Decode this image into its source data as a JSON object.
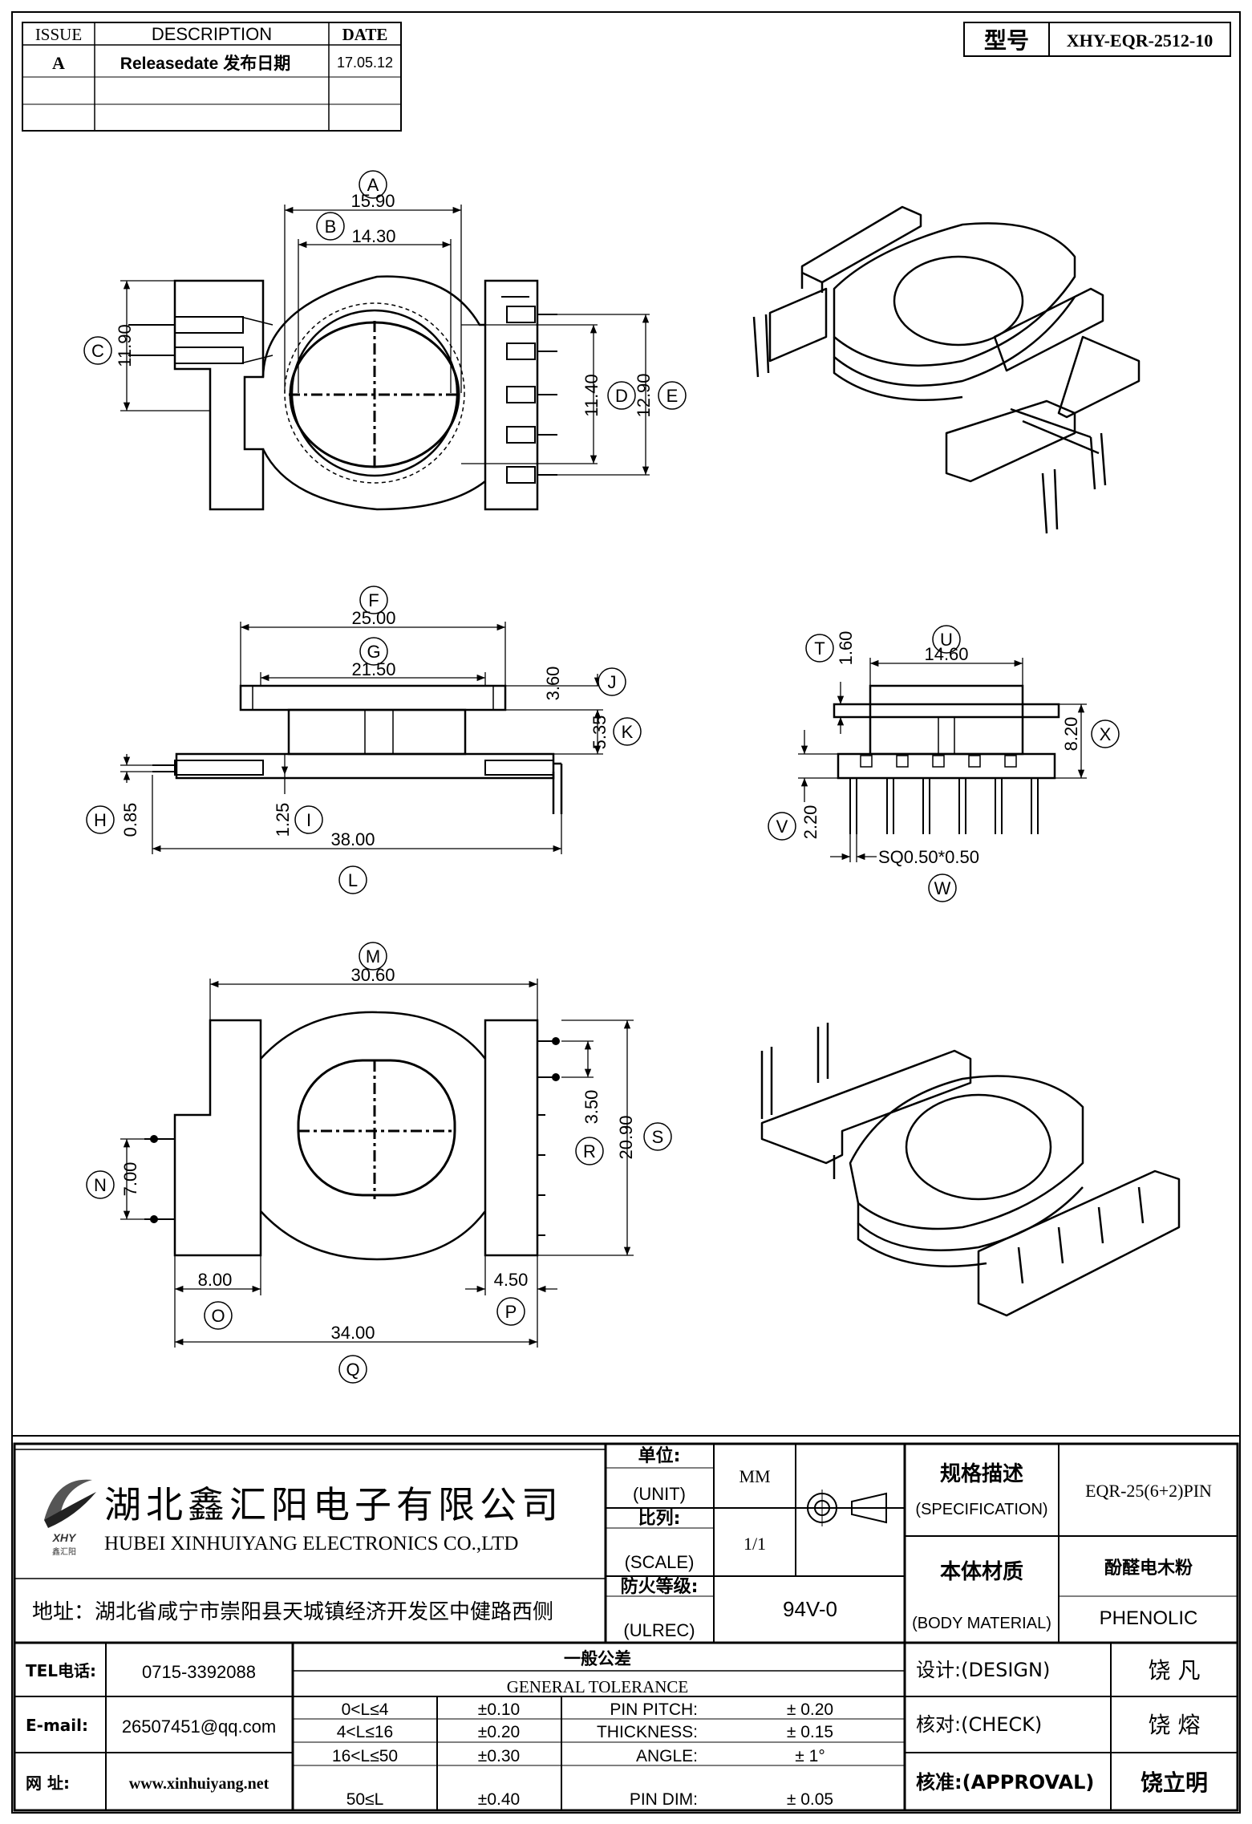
{
  "revision_table": {
    "headers": {
      "issue": "ISSUE",
      "description": "DESCRIPTION",
      "date": "DATE"
    },
    "rows": [
      {
        "issue": "A",
        "description": "Releasedate 发布日期",
        "date": "17.05.12"
      },
      {
        "issue": "",
        "description": "",
        "date": ""
      },
      {
        "issue": "",
        "description": "",
        "date": ""
      }
    ]
  },
  "model_box": {
    "label": "型号",
    "value": "XHY-EQR-2512-10"
  },
  "dims": {
    "A": {
      "letter": "A",
      "value": "15.90"
    },
    "B": {
      "letter": "B",
      "value": "14.30"
    },
    "C": {
      "letter": "C",
      "value": "11.90"
    },
    "D": {
      "letter": "D",
      "value": "11.40"
    },
    "E": {
      "letter": "E",
      "value": "12.90"
    },
    "F": {
      "letter": "F",
      "value": "25.00"
    },
    "G": {
      "letter": "G",
      "value": "21.50"
    },
    "H": {
      "letter": "H",
      "value": "0.85"
    },
    "I": {
      "letter": "I",
      "value": "1.25"
    },
    "J": {
      "letter": "J",
      "value": "3.60"
    },
    "K": {
      "letter": "K",
      "value": "5.35"
    },
    "L": {
      "letter": "L",
      "value": "38.00"
    },
    "M": {
      "letter": "M",
      "value": "30.60"
    },
    "N": {
      "letter": "N",
      "value": "7.00"
    },
    "O": {
      "letter": "O",
      "value": "8.00"
    },
    "P": {
      "letter": "P",
      "value": "4.50"
    },
    "Q": {
      "letter": "Q",
      "value": "34.00"
    },
    "R": {
      "letter": "R",
      "value": "3.50"
    },
    "S": {
      "letter": "S",
      "value": "20.90"
    },
    "T": {
      "letter": "T",
      "value": "1.60"
    },
    "U": {
      "letter": "U",
      "value": "14.60"
    },
    "V": {
      "letter": "V",
      "value": "2.20"
    },
    "W": {
      "letter": "W",
      "value": "SQ0.50*0.50"
    },
    "X": {
      "letter": "X",
      "value": "8.20"
    }
  },
  "company": {
    "name_cn": "湖北鑫汇阳电子有限公司",
    "name_en": "HUBEI XINHUIYANG ELECTRONICS CO.,LTD",
    "address": "地址：湖北省咸宁市崇阳县天城镇经济开发区中健路西侧",
    "logo_text": "XHY",
    "logo_sub": "鑫汇阳",
    "tel_label": "TEL电话:",
    "tel": "0715-3392088",
    "email_label": "E-mail:",
    "email": "26507451@qq.com",
    "web_label": "网  址:",
    "web": "www.xinhuiyang.net"
  },
  "title_block": {
    "unit_cn": "单位:",
    "unit_en": "(UNIT)",
    "unit_value": "MM",
    "scale_cn": "比列:",
    "scale_en": "(SCALE)",
    "scale_value": "1/1",
    "ul_cn": "防火等级:",
    "ul_en": "(ULREC)",
    "ul_value": "94V-0",
    "spec_cn": "规格描述",
    "spec_en": "(SPECIFICATION)",
    "spec_value": "EQR-25(6+2)PIN",
    "material_cn": "本体材质",
    "material_en": "(BODY MATERIAL)",
    "material_value_cn": "酚醛电木粉",
    "material_value_en": "PHENOLIC",
    "design_label": "设计:(DESIGN)",
    "design_value": "饶  凡",
    "check_label": "核对:(CHECK)",
    "check_value": "饶  熔",
    "approval_label": "核准:(APPROVAL)",
    "approval_value": "饶立明"
  },
  "tolerance": {
    "title_cn": "一般公差",
    "title_en": "GENERAL TOLERANCE",
    "ranges": [
      {
        "range": "0<L≤4",
        "tol": "±0.10"
      },
      {
        "range": "4<L≤16",
        "tol": "±0.20"
      },
      {
        "range": "16<L≤50",
        "tol": "±0.30"
      },
      {
        "range": "50≤L",
        "tol": "±0.40"
      }
    ],
    "items": [
      {
        "label": "PIN PITCH:",
        "value": "± 0.20"
      },
      {
        "label": "THICKNESS:",
        "value": "± 0.15"
      },
      {
        "label": "ANGLE:",
        "value": "± 1°"
      },
      {
        "label": "PIN DIM:",
        "value": "± 0.05"
      }
    ]
  }
}
